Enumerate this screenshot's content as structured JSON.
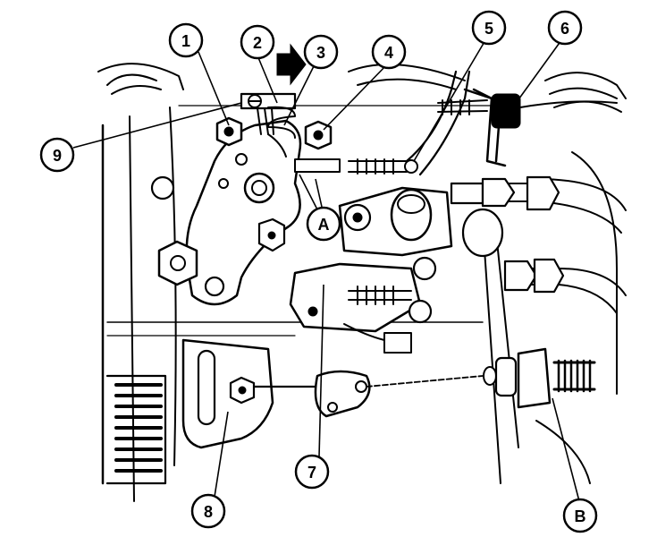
{
  "diagram": {
    "callouts": [
      {
        "id": "1",
        "label": "1"
      },
      {
        "id": "2",
        "label": "2"
      },
      {
        "id": "3",
        "label": "3"
      },
      {
        "id": "4",
        "label": "4"
      },
      {
        "id": "5",
        "label": "5"
      },
      {
        "id": "6",
        "label": "6"
      },
      {
        "id": "7",
        "label": "7"
      },
      {
        "id": "8",
        "label": "8"
      },
      {
        "id": "9",
        "label": "9"
      },
      {
        "id": "A",
        "label": "A"
      },
      {
        "id": "B",
        "label": "B"
      }
    ],
    "colors": {
      "ink": "#000000",
      "paper": "#ffffff"
    },
    "icons": {
      "direction_arrow": "right-arrow-icon"
    }
  }
}
